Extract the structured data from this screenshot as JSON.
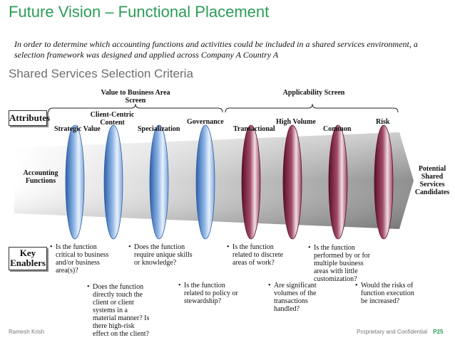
{
  "title": "Future Vision – Functional Placement",
  "subtitle": "In order to determine which accounting functions and activities could be included in a shared services environment, a selection framework was designed and applied across Company A Country A",
  "section_title": "Shared Services Selection Criteria",
  "groups": {
    "value_screen": "Value to Business Area Screen",
    "applicability_screen": "Applicability Screen"
  },
  "attributes_label": "Attributes",
  "key_enablers_label": "Key Enablers",
  "criteria": {
    "strategic_value": "Strategic Value",
    "client_centric": "Client-Centric Content",
    "specialization": "Specialization",
    "governance": "Governance",
    "transactional": "Transactional",
    "high_volume": "High Volume",
    "common": "Common",
    "risk": "Risk"
  },
  "arrow_left_label": "Accounting Functions",
  "arrow_right_label": "Potential Shared Services Candidates",
  "questions": {
    "strategic_value": "Is the function critical to business and/or business area(s)?",
    "client_centric": "Does the function directly touch the client or client systems in a material manner? Is there high-risk effect on the client?",
    "specialization": "Does the function require unique skills or knowledge?",
    "governance": "Is the function related to policy or stewardship?",
    "transactional": "Is the function related to discrete areas of work?",
    "high_volume": "Are significant volumes of the transactions handled?",
    "common": "Is the function performed by or for multiple business areas with little customization?",
    "risk": "Would the risks of function execution be increased?"
  },
  "bullet": "•",
  "footer": {
    "author": "Ramesh Krish",
    "confidential": "Proprietary and Confidential",
    "page": "P25"
  },
  "colors": {
    "title_green": "#2a9d56",
    "blue_disc": "#4a86c8",
    "maroon_disc": "#7a1a3a",
    "arrow_gray": "#9a9a9a"
  }
}
